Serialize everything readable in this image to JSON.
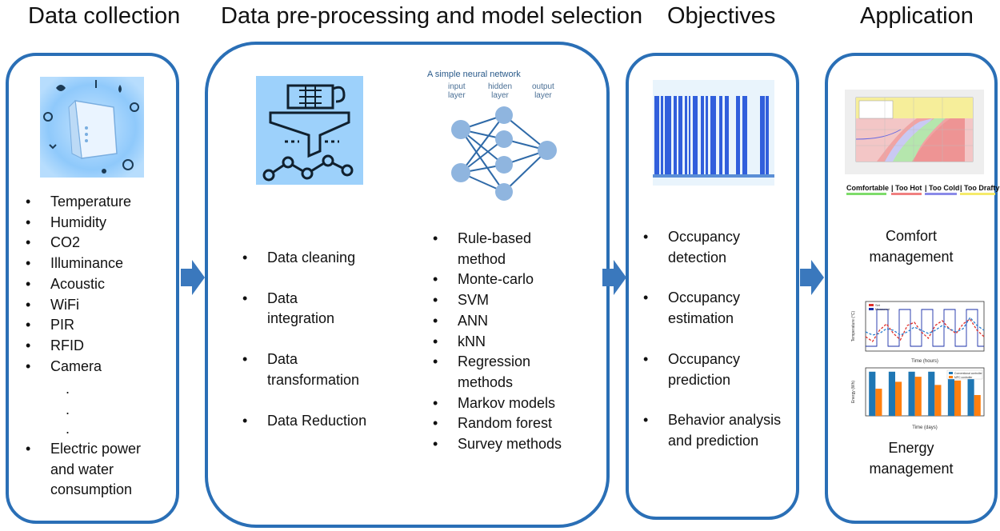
{
  "headers": {
    "collection": "Data collection",
    "preprocessing": "Data pre-processing and model selection",
    "objectives": "Objectives",
    "application": "Application"
  },
  "collection_items": [
    "Temperature",
    "Humidity",
    "CO2",
    "Illuminance",
    "Acoustic",
    "WiFi",
    "PIR",
    "RFID",
    "Camera"
  ],
  "collection_dots": [
    ".",
    ".",
    "."
  ],
  "collection_last": [
    "Electric power",
    "and water",
    "consumption"
  ],
  "preprocessing_steps": [
    [
      "Data cleaning"
    ],
    [
      "Data",
      "integration"
    ],
    [
      "Data",
      "transformation"
    ],
    [
      "Data Reduction"
    ]
  ],
  "models": [
    [
      "Rule-based",
      "method"
    ],
    [
      "Monte-carlo"
    ],
    [
      "SVM"
    ],
    [
      "ANN"
    ],
    [
      "kNN"
    ],
    [
      "Regression",
      "methods"
    ],
    [
      "Markov models"
    ],
    [
      "Random forest"
    ],
    [
      "Survey methods"
    ]
  ],
  "neural_net": {
    "title": "A simple neural network",
    "layers": [
      [
        "input",
        "layer"
      ],
      [
        "hidden",
        "layer"
      ],
      [
        "output",
        "layer"
      ]
    ]
  },
  "objectives": [
    [
      "Occupancy",
      "detection"
    ],
    [
      "Occupancy",
      "estimation"
    ],
    [
      "Occupancy",
      "prediction"
    ],
    [
      "Behavior analysis",
      "and prediction"
    ]
  ],
  "comfort": {
    "legend": [
      "Comfortable",
      "| Too Hot",
      "| Too Cold",
      "| Too Drafty"
    ],
    "legend_colors": [
      "#7ddc6a",
      "#f08080",
      "#8a8ae8",
      "#f5ea6a"
    ],
    "label": [
      "Comfort",
      "management"
    ]
  },
  "temp_chart": {
    "ylabel": "Temperature (°C)",
    "xlabel": "Time (hours)",
    "legend": [
      "Set",
      "Measured"
    ]
  },
  "energy_chart": {
    "ylabel": "Energy (Wh)",
    "xlabel": "Time (days)",
    "legend": [
      "Conventional controller",
      "MPC controller"
    ],
    "colors": [
      "#1f77b4",
      "#ff7f0e"
    ],
    "conventional": [
      7000,
      7000,
      7000,
      7000,
      6000,
      6000
    ],
    "mpc": [
      4300,
      5400,
      6200,
      4900,
      5600,
      3300
    ]
  },
  "energy": {
    "label": [
      "Energy",
      "management"
    ]
  },
  "colors": {
    "panel_border": "#2a6fb6",
    "arrow": "#3a78bd"
  }
}
